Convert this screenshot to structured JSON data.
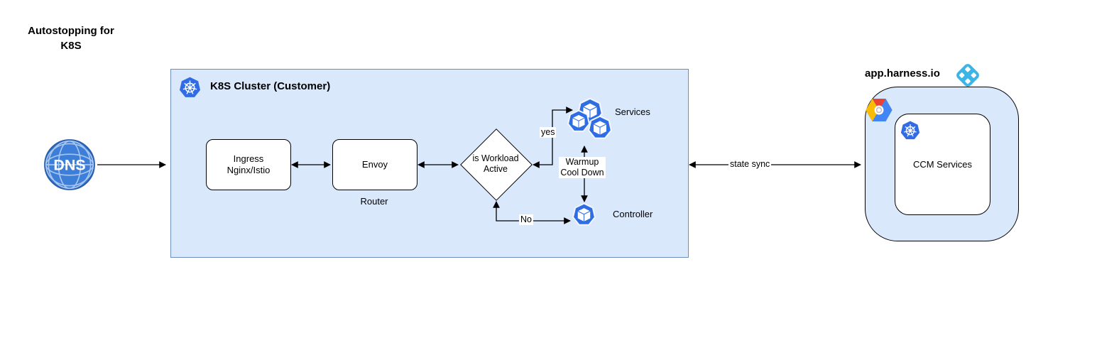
{
  "diagram": {
    "title_line1": "Autostopping for",
    "title_line2": "K8S"
  },
  "dns": {
    "label": "DNS"
  },
  "cluster": {
    "title": "K8S Cluster (Customer)",
    "nodes": {
      "ingress_label": "Ingress Nginx/Istio",
      "envoy_label": "Envoy",
      "router_label": "Router",
      "decision_label": "is Workload Active",
      "services_label": "Services",
      "controller_label": "Controller"
    },
    "edges": {
      "yes_label": "yes",
      "no_label": "No",
      "warmup_label": "Warmup Cool Down"
    }
  },
  "state_sync_label": "state sync",
  "harness": {
    "title": "app.harness.io",
    "ccm_label": "CCM Services"
  },
  "icons": {
    "dns_globe": "globe-icon",
    "kubernetes_logo": "kubernetes-icon",
    "pod": "k8s-pod-icon",
    "harness_logo": "harness-icon",
    "gcp_logo": "google-cloud-icon"
  },
  "colors": {
    "container_fill": "#dae8fc",
    "container_border": "#6c8ebf",
    "k8s_blue": "#326ce5",
    "pod_blue": "#2e6de4",
    "dns_blue": "#3d7ed8",
    "harness_cyan": "#3cb4e5",
    "arrow": "#000000"
  }
}
